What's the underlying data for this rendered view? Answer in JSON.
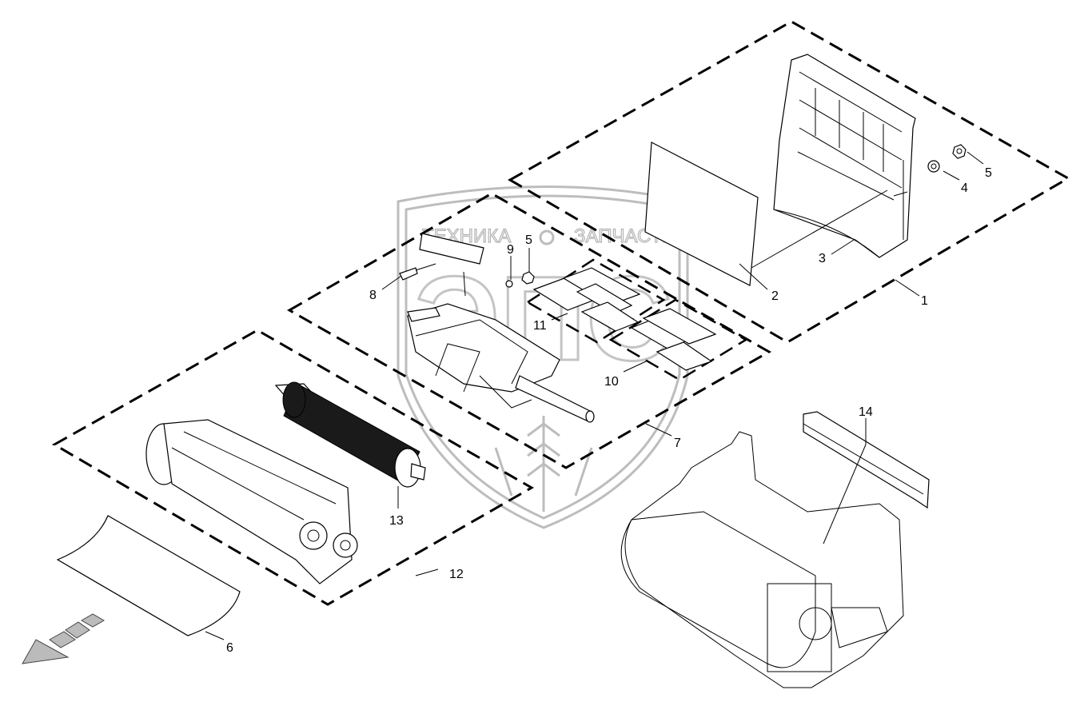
{
  "watermark": {
    "text_left": "ТЕХНИКА",
    "text_right": "ЗАПЧАСТИ",
    "logo_letters": "ЭПС"
  },
  "callouts": {
    "c1": "1",
    "c2": "2",
    "c3": "3",
    "c4": "4",
    "c5a": "5",
    "c5b": "5",
    "c6": "6",
    "c7": "7",
    "c8": "8",
    "c9": "9",
    "c10": "10",
    "c11": "11",
    "c12": "12",
    "c13": "13",
    "c14": "14"
  }
}
